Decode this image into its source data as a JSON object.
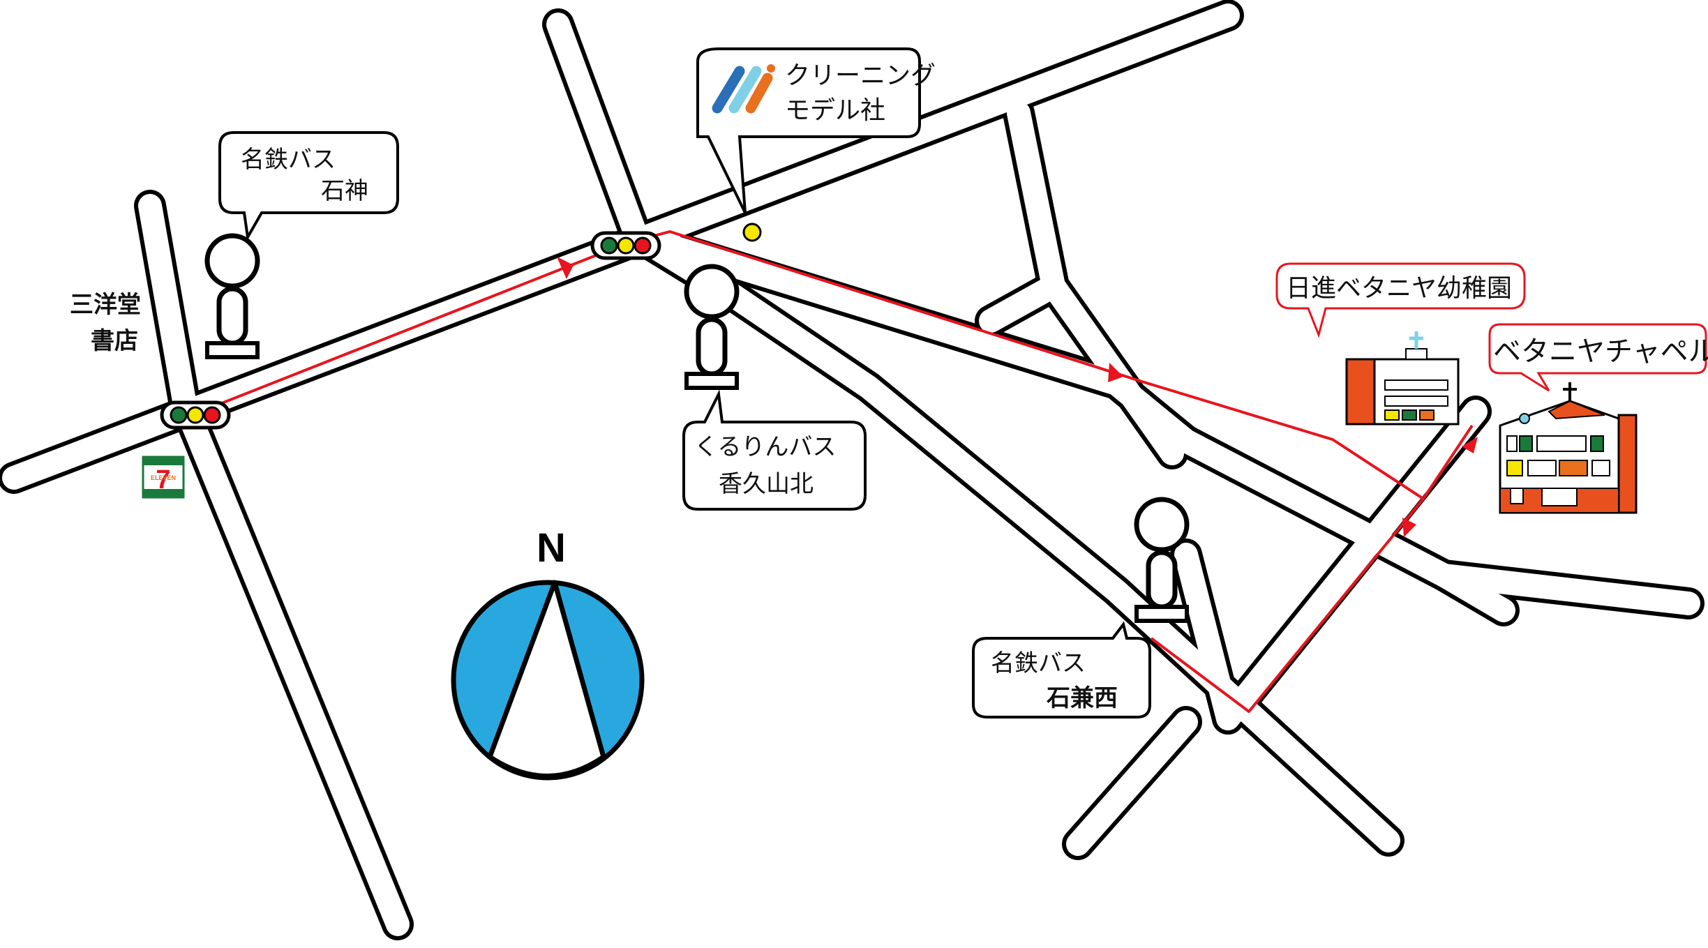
{
  "labels": {
    "cleaning_line1": "クリーニング",
    "cleaning_line2": "モデル社",
    "meitetsu_ishigami_line1": "名鉄バス",
    "meitetsu_ishigami_line2": "石神",
    "sanyodo_line1": "三洋堂",
    "sanyodo_line2": "書店",
    "kururin_line1": "くるりんバス",
    "kururin_line2": "香久山北",
    "meitetsu_ishikane_line1": "名鉄バス",
    "meitetsu_ishikane_line2": "石兼西",
    "kindergarten": "日進ベタニヤ幼稚園",
    "chapel": "ベタニヤチャペル",
    "compass_north": "N",
    "seven_eleven": "ELEVEN"
  },
  "colors": {
    "route": "#e8141e",
    "compass_fill": "#29a8e0",
    "signal_green": "#1a7a3c",
    "signal_yellow": "#f5e600",
    "signal_red": "#e8141e",
    "marker_yellow": "#f5e600",
    "brand_blue": "#2a6fb8",
    "brand_cyan": "#7fd0e6",
    "brand_orange": "#e8701e",
    "building_orange": "#e8501e"
  },
  "icons": [
    "bus-stop-icon",
    "traffic-signal-icon",
    "compass-icon",
    "kindergarten-icon",
    "chapel-icon",
    "seven-eleven-icon",
    "cleaning-logo-icon"
  ]
}
